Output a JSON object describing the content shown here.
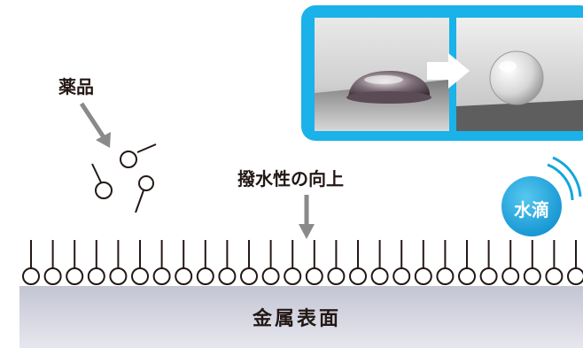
{
  "labels": {
    "chemical": "薬品",
    "water_repellency": "撥水性の向上",
    "water_drop": "水滴",
    "metal_surface": "金属表面"
  },
  "colors": {
    "frame_blue": "#1ab2e8",
    "arrow_gray": "#8a8a8a",
    "surface_gray": "#cfd0dc",
    "drop_blue": "#13a6dd",
    "ink": "#231815"
  },
  "icons": {
    "molecule": "molecule-icon",
    "arrow": "arrow-icon",
    "drop": "water-drop-icon"
  },
  "molecule_count": 28
}
